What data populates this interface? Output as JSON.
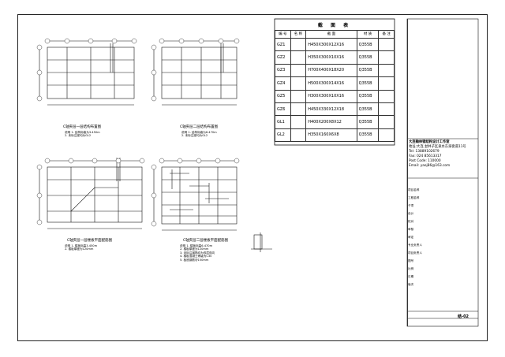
{
  "table": {
    "title": "截 面 表",
    "headers": [
      "编 号",
      "名 称",
      "截 面",
      "材 质",
      "备 注"
    ],
    "rows": [
      {
        "id": "GZ1",
        "section": "H450X300X12X16",
        "material": "Q355B"
      },
      {
        "id": "GZ2",
        "section": "H350X300X10X16",
        "material": "Q355B"
      },
      {
        "id": "GZ3",
        "section": "H700X400X18X20",
        "material": "Q355B"
      },
      {
        "id": "GZ4",
        "section": "H500X300X14X16",
        "material": "Q355B"
      },
      {
        "id": "GZ5",
        "section": "H300X300X10X16",
        "material": "Q355B"
      },
      {
        "id": "GZ6",
        "section": "H450X330X12X18",
        "material": "Q355B"
      },
      {
        "id": "GL1",
        "section": "H400X200X8X12",
        "material": "Q355B"
      },
      {
        "id": "GL2",
        "section": "H350X160X6X8",
        "material": "Q355B"
      }
    ]
  },
  "plans": [
    {
      "caption": "C轴夹层一层结构布置图",
      "note": "说明 1. 结构标高为3.450m\n2. 未标注梁均为GL2"
    },
    {
      "caption": "C轴夹层二层结构布置图",
      "note": "说明 1. 结构标高为6.470m\n2. 未标注梁均为GL2"
    },
    {
      "caption": "C轴夹层一层楼板平面配筋图",
      "note": "说明 1. 楼板标高3.450m\n2. 楼板厚度为120mm"
    },
    {
      "caption": "C轴夹层二层楼板平面配筋图",
      "note": "说明 1. 楼板标高6.470m\n2. 楼板厚度为120mm\n3. 未标注钢筋均为双层双向\n4. 楼板混凝土等级为C30\n5. 板底钢筋@150mm"
    }
  ],
  "company": {
    "name": "大连翰林钢结构设计工作室",
    "address": "地址:大连,甘井子区泉水东泉街道11号",
    "tel": "Tel: 13889102679",
    "fax": "Fax: 024 85613317",
    "post": "Post Code: 110000",
    "email": "Email: yaoj86@163.com"
  },
  "drawing_number": "结-02",
  "title_block_rows": [
    "项目名称",
    "工程名称",
    "子项",
    "设计",
    "校对",
    "审核",
    "审定",
    "专业负责人",
    "项目负责人",
    "图号",
    "比例",
    "日期",
    "版次"
  ]
}
